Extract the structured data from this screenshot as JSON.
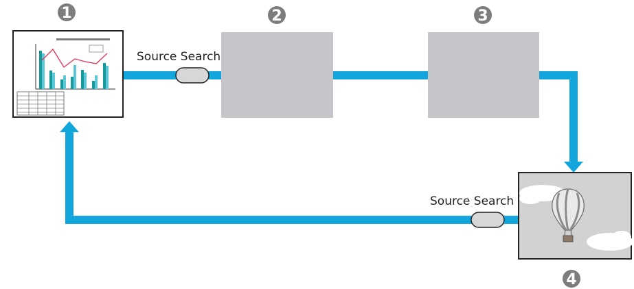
{
  "steps": [
    {
      "number": "1",
      "content": "presentation-chart-screen"
    },
    {
      "number": "2",
      "content": "blank-gray-screen"
    },
    {
      "number": "3",
      "content": "blank-gray-screen"
    },
    {
      "number": "4",
      "content": "hot-air-balloon-screen"
    }
  ],
  "source_search_button_label": "Source Search",
  "colors": {
    "flow_arrow": "#12a6dc",
    "blank_screen": "#c6c6ca",
    "number_badge": "#7d7d7d",
    "button_fill": "#d7d7d7"
  }
}
